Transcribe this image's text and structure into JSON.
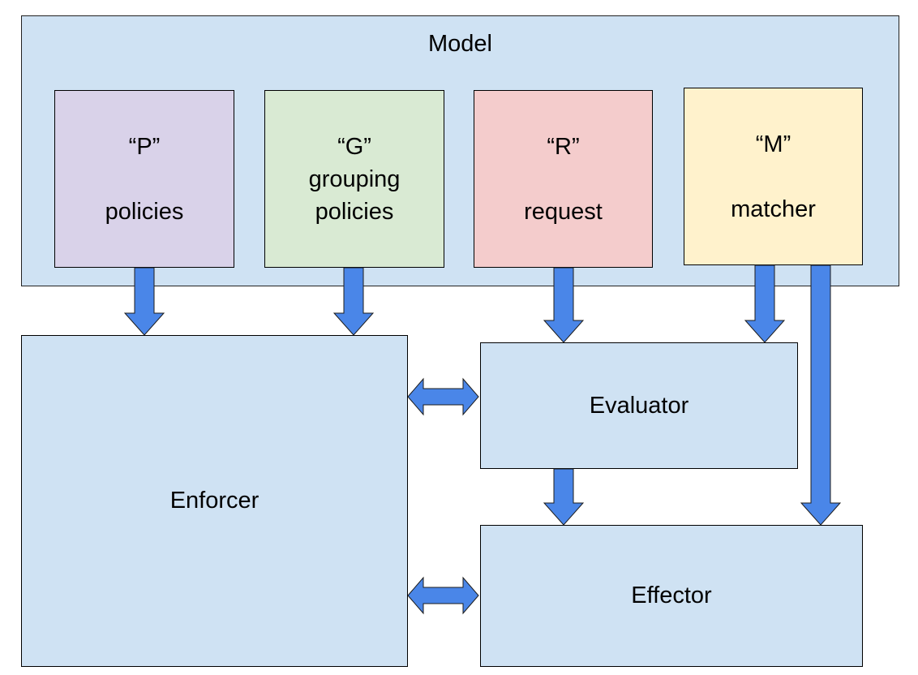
{
  "model": {
    "title": "Model",
    "p": {
      "symbol": "“P”",
      "label": "policies"
    },
    "g": {
      "symbol": "“G”",
      "label_line1": "grouping",
      "label_line2": "policies"
    },
    "r": {
      "symbol": "“R”",
      "label": "request"
    },
    "m": {
      "symbol": "“M”",
      "label": "matcher"
    }
  },
  "components": {
    "enforcer": "Enforcer",
    "evaluator": "Evaluator",
    "effector": "Effector"
  },
  "colors": {
    "model_bg": "#cfe2f3",
    "p_bg": "#d9d2e9",
    "g_bg": "#d9ead3",
    "r_bg": "#f4cccc",
    "m_bg": "#fff2cc",
    "arrow": "#4a86e8"
  }
}
